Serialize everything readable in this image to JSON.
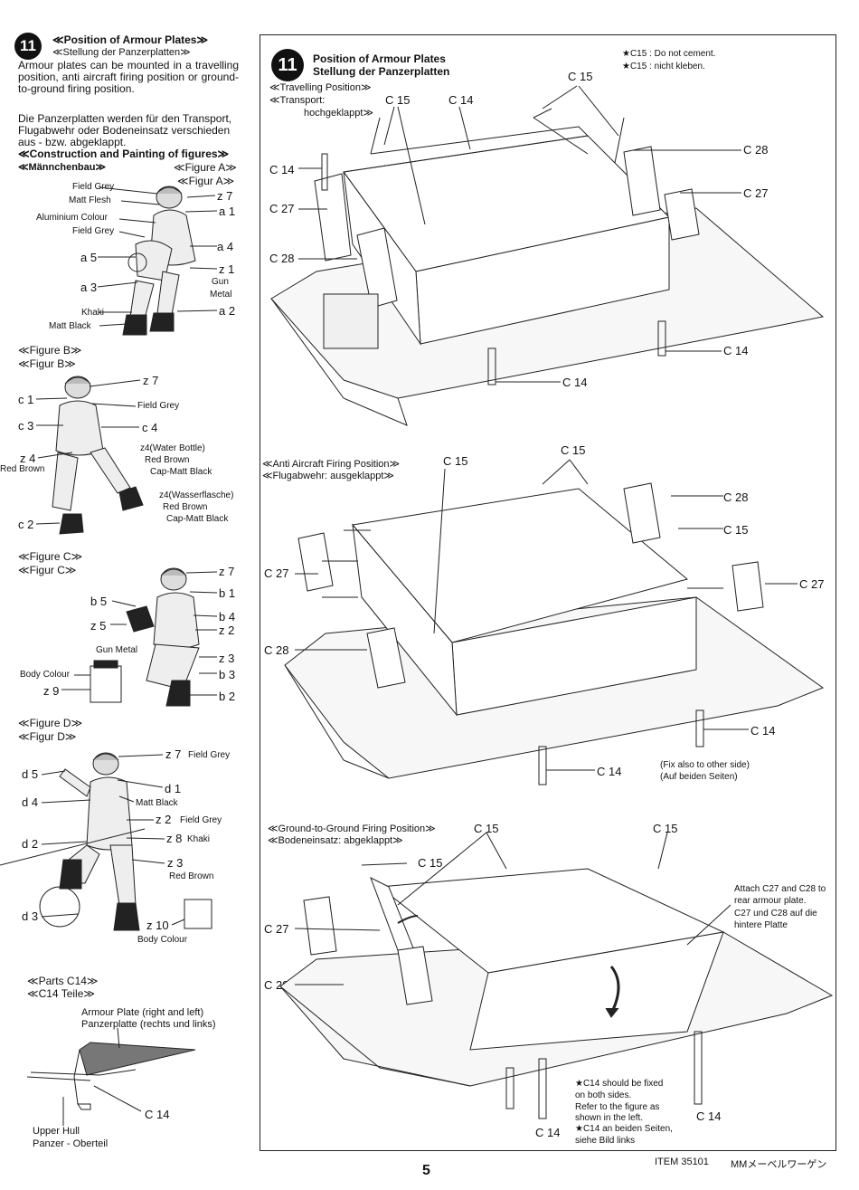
{
  "left": {
    "step_number": "11",
    "title_en": "≪Position of Armour Plates≫",
    "title_de": "≪Stellung der Panzerplatten≫",
    "para_en": "Armour plates can be mounted in a travelling position, anti aircraft firing position or ground-to-ground firing position.",
    "para_de": "Die Panzerplatten werden für den Transport, Flugabwehr oder Bodeneinsatz verschieden aus - bzw. abgeklappt.",
    "construction_title": "≪Construction and Painting of figures≫",
    "figure_build": "≪Männchenbau≫",
    "figA": {
      "title_en": "≪Figure A≫",
      "title_de": "≪Figur A≫",
      "labels": [
        "Field Grey",
        "Matt Flesh",
        "Aluminium Colour",
        "Field Grey",
        "Khaki",
        "Matt Black",
        "Gun",
        "Metal"
      ],
      "parts": [
        "z 7",
        "a 1",
        "a 4",
        "a 5",
        "z 1",
        "a 3",
        "a 2"
      ]
    },
    "figB": {
      "title_en": "≪Figure B≫",
      "title_de": "≪Figur B≫",
      "parts": [
        "z 7",
        "c 1",
        "c 3",
        "c 4",
        "z 4",
        "c 2"
      ],
      "labels": [
        "Field Grey",
        "Red Brown",
        "z4(Water Bottle)",
        "Red Brown",
        "Cap-Matt Black",
        "z4(Wasserflasche)",
        "Red Brown",
        "Cap-Matt Black"
      ]
    },
    "figC": {
      "title_en": "≪Figure C≫",
      "title_de": "≪Figur C≫",
      "parts": [
        "z 7",
        "b 1",
        "b 5",
        "b 4",
        "z 5",
        "z 2",
        "z 3",
        "b 3",
        "z 9",
        "b 2"
      ],
      "labels": [
        "Gun Metal",
        "Body Colour"
      ]
    },
    "figD": {
      "title_en": "≪Figure D≫",
      "title_de": "≪Figur D≫",
      "parts": [
        "z 7",
        "d 5",
        "d 1",
        "d 4",
        "z 2",
        "d 2",
        "z 8",
        "z 3",
        "d 3",
        "z 10"
      ],
      "labels": [
        "Field Grey",
        "Matt Black",
        "Field Grey",
        "Khaki",
        "Red Brown",
        "Body Colour"
      ]
    },
    "partsC14": {
      "title_en": "≪Parts C14≫",
      "title_de": "≪C14 Teile≫",
      "plate_en": "Armour Plate (right and left)",
      "plate_de": "Panzerplatte (rechts und links)",
      "part": "C 14",
      "hull_en": "Upper Hull",
      "hull_de": "Panzer - Oberteil"
    }
  },
  "right": {
    "step_number": "11",
    "title_en": "Position of Armour Plates",
    "title_de": "Stellung der Panzerplatten",
    "note_en": "★C15 : Do not cement.",
    "note_de": "★C15 : nicht kleben.",
    "travel": {
      "title_en": "≪Travelling Position≫",
      "title_de1": "≪Transport:",
      "title_de2": "hochgeklappt≫",
      "labels": [
        "C 15",
        "C 15",
        "C 14",
        "C 28",
        "C 14",
        "C 27",
        "C 27",
        "C 28",
        "C 14",
        "C 14"
      ]
    },
    "aa": {
      "title_en": "≪Anti Aircraft Firing Position≫",
      "title_de": "≪Flugabwehr: ausgeklappt≫",
      "labels": [
        "C 15",
        "C 15",
        "C 28",
        "C 15",
        "C 27",
        "C 27",
        "C 28",
        "C 14",
        "C 14"
      ],
      "fix_en": "(Fix also to other side)",
      "fix_de": "(Auf beiden Seiten)"
    },
    "ground": {
      "title_en": "≪Ground-to-Ground Firing Position≫",
      "title_de": "≪Bodeneinsatz: abgeklappt≫",
      "labels": [
        "C 15",
        "C 15",
        "C 15",
        "C 27",
        "C 28",
        "C 14",
        "C 14"
      ],
      "attach_en1": "Attach C27 and C28 to",
      "attach_en2": "rear armour plate.",
      "attach_de1": "C27 und C28 auf die",
      "attach_de2": "hintere Platte",
      "c14_note": [
        "★C14 should be fixed",
        "on both sides.",
        "Refer to the figure as",
        "shown in the left.",
        "★C14 an beiden Seiten,",
        "siehe Bild links"
      ]
    }
  },
  "footer": {
    "page_number": "5",
    "item": "ITEM 35101",
    "name": "MMメーベルワーゲン"
  }
}
